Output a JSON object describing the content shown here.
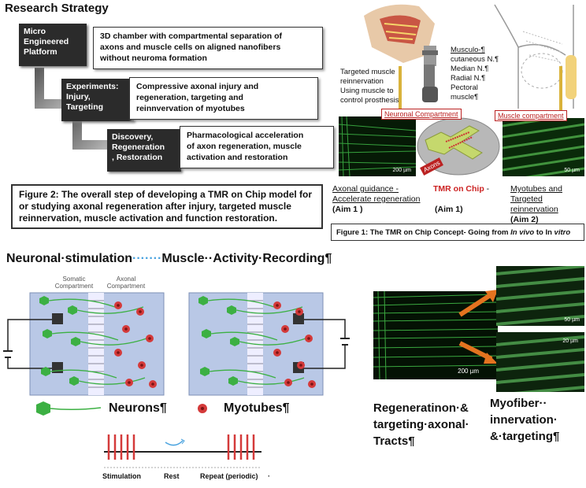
{
  "research": {
    "title": "Research Strategy",
    "steps": [
      {
        "label_lines": [
          "Micro",
          "Engineered",
          "Platform"
        ],
        "desc_lines": [
          "3D chamber with compartmental separation of",
          "axons and muscle cells on aligned nanofibers",
          "without neuroma formation"
        ]
      },
      {
        "label_lines": [
          "Experiments:",
          "Injury,",
          "Targeting"
        ],
        "desc_lines": [
          "Compressive axonal injury and",
          "regeneration, targeting and",
          "reinnvervation of myotubes"
        ]
      },
      {
        "label_lines": [
          "Discovery,",
          "Regeneration",
          ", Restoration"
        ],
        "desc_lines": [
          "Pharmacological acceleration",
          "of axon regeneration, muscle",
          "activation and restoration"
        ]
      }
    ],
    "figure2_caption": "Figure 2: The overall step of developing a TMR on Chip model for or studying axonal regeneration after injury, targeted muscle reinnervation, muscle activation and function restoration."
  },
  "figure1": {
    "tmr_text_lines": [
      "Targeted muscle",
      "reinnervation",
      "Using muscle to",
      "control prosthesis"
    ],
    "nerve_list": [
      "Musculo-¶",
      "cutaneous N.¶",
      "Median N.¶",
      "Radial N.¶",
      "Pectoral",
      "muscle¶"
    ],
    "neuronal_compartment": "Neuronal Compartment",
    "muscle_compartment": "Muscle compartment",
    "axons_label": "Axons",
    "scale_left": "200 µm",
    "scale_right": "50 µm",
    "aims": [
      {
        "line1": "Axonal guidance -",
        "line2": "Accelerate regeneration",
        "aim": "(Aim 1 )"
      },
      {
        "line1": "TMR on Chip",
        "aim": "(Aim 1)"
      },
      {
        "line1": "Myotubes and",
        "line2": "Targeted reinnervation",
        "aim": "(Aim 2)"
      }
    ],
    "dash": "-",
    "caption_prefix": "Figure 1: The TMR on Chip Concept- Going from ",
    "caption_in_vivo": "In vivo",
    "caption_mid": " to In ",
    "caption_in_vitro": "vitro"
  },
  "stimulation": {
    "heading_left": "Neuronal·stimulation",
    "heading_dots": "·······",
    "heading_right": "Muscle··Activity·Recording¶",
    "somatic": "Somatic Compartment",
    "axonal": "Axonal Compartment",
    "legend_neurons": "Neurons¶",
    "legend_myotubes": "Myotubes¶",
    "timeline_labels": [
      "Stimulation",
      "Rest",
      "Repeat (periodic)"
    ],
    "timeline_label_sep": "·"
  },
  "right_panel": {
    "scale_main": "200 µm",
    "scale_top": "50 µm",
    "scale_bottom": "20 µm",
    "caption_left_lines": [
      "Regeneratinon·&",
      "targeting·axonal·",
      "Tracts¶"
    ],
    "caption_right_lines": [
      "Myofiber··",
      "innervation·",
      "&·targeting¶"
    ]
  },
  "colors": {
    "green": "#3cb043",
    "red": "#d43a3a",
    "dark": "#2b2b2b",
    "orange": "#e4731f",
    "chamber": "#b9c8e6"
  }
}
